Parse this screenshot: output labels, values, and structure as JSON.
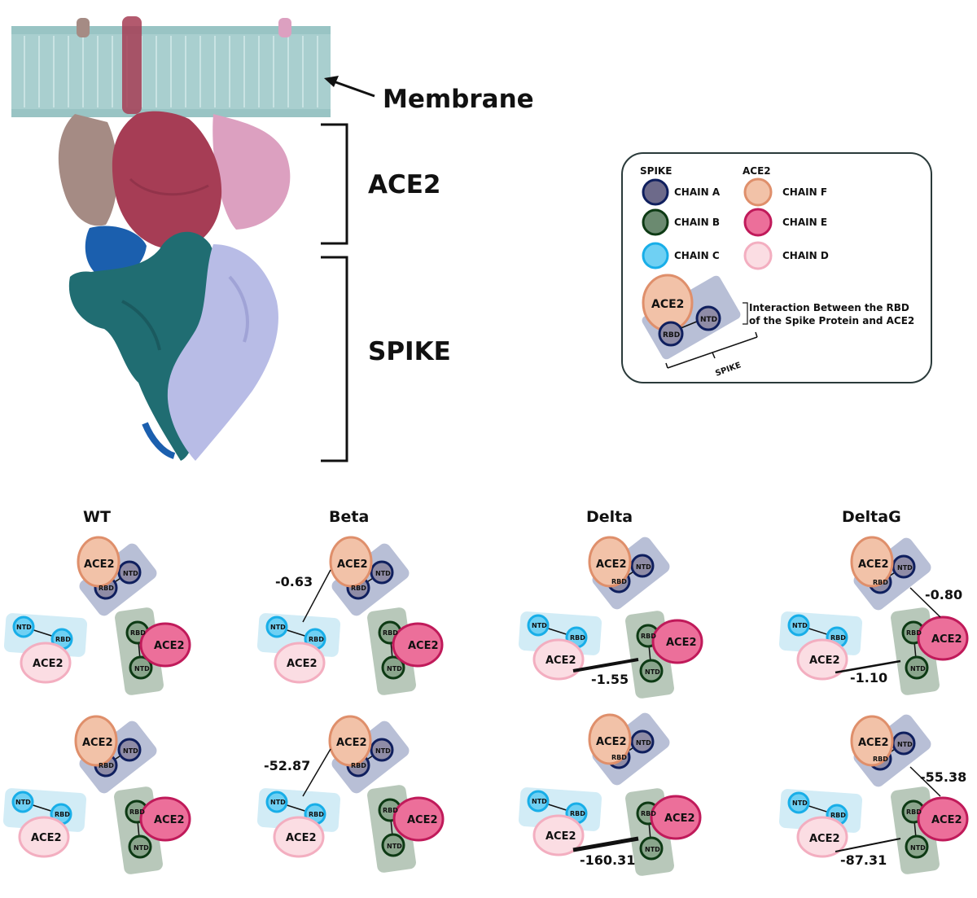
{
  "header_labels": {
    "membrane": "Membrane",
    "ace2": "ACE2",
    "spike": "SPIKE"
  },
  "legend": {
    "spike_title": "SPIKE",
    "ace2_title": "ACE2",
    "chain_a": "CHAIN A",
    "chain_b": "CHAIN B",
    "chain_c": "CHAIN C",
    "chain_f": "CHAIN F",
    "chain_e": "CHAIN E",
    "chain_d": "CHAIN D",
    "example_ace2": "ACE2",
    "example_rbd": "RBD",
    "example_ntd": "NTD",
    "interaction_line1": "Interaction Between the RBD",
    "interaction_line2": "of the Spike Protein and ACE2",
    "example_spike": "SPIKE"
  },
  "glyph_labels": {
    "ace2": "ACE2",
    "rbd": "RBD",
    "ntd": "NTD"
  },
  "panels": [
    {
      "title": "WT",
      "top_value": "",
      "bottom_value": ""
    },
    {
      "title": "Beta",
      "top_value": "-0.63",
      "bottom_value": "-52.87"
    },
    {
      "title": "Delta",
      "top_value": "-1.55",
      "bottom_value": "-160.31"
    },
    {
      "title": "DeltaG",
      "top_value": "-0.80 / -1.10",
      "bottom_value": "-55.38 / -87.31"
    }
  ],
  "panel_values": {
    "wt_top": "",
    "wt_bottom": "",
    "beta_top": "-0.63",
    "beta_bottom": "-52.87",
    "delta_top": "-1.55",
    "delta_bottom": "-160.31",
    "deltag_top_a": "-0.80",
    "deltag_top_b": "-1.10",
    "deltag_bottom_a": "-55.38",
    "deltag_bottom_b": "-87.31"
  },
  "colors": {
    "chain_a_fill": "#6d6a8a",
    "chain_a_stroke": "#0f1f5e",
    "chain_b_fill": "#6b8a70",
    "chain_b_stroke": "#0d3a14",
    "chain_c_fill": "#6fd0f3",
    "chain_c_stroke": "#18aee8",
    "chain_f_fill": "#f2c2a8",
    "chain_f_stroke": "#df8f6b",
    "chain_e_fill": "#ec6f9a",
    "chain_e_stroke": "#c01a5a",
    "chain_d_fill": "#fbdde3",
    "chain_d_stroke": "#f3aec0",
    "spike_a_box": "#b8bfd6",
    "spike_b_box": "#b8c8ba",
    "spike_c_box": "#d2ecf6",
    "membrane": "#a9cfcf",
    "ace2_brown": "#a58b84",
    "ace2_red": "#a63d55",
    "ace2_pink": "#dca0c0",
    "spike_teal": "#206d72",
    "spike_lav": "#b8bce6",
    "spike_blue": "#1b5fae"
  }
}
